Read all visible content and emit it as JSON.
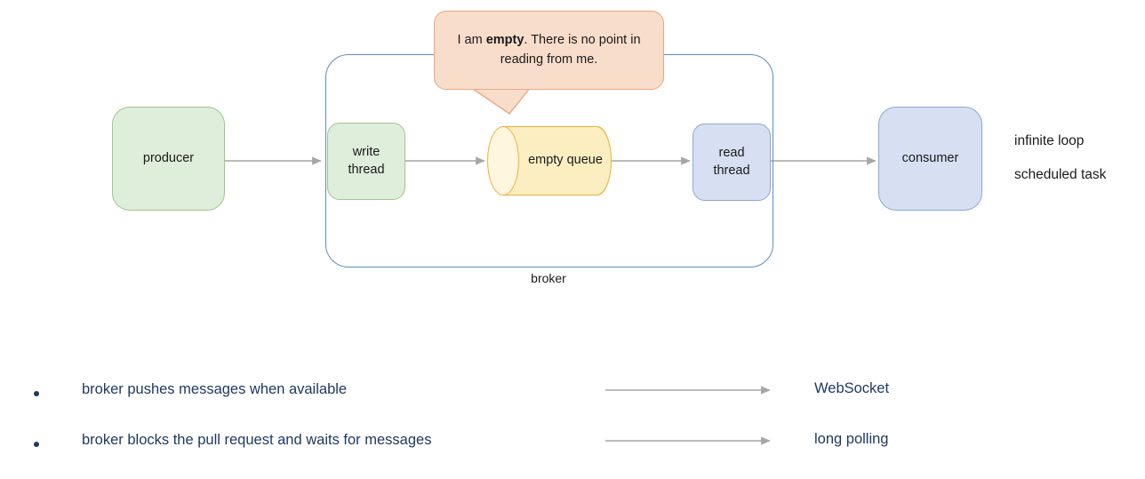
{
  "diagram": {
    "broker": {
      "label": "broker"
    },
    "nodes": {
      "producer": "producer",
      "write_thread_line1": "write",
      "write_thread_line2": "thread",
      "queue_line1": "empty",
      "queue_line2": "queue",
      "read_thread_line1": "read",
      "read_thread_line2": "thread",
      "consumer": "consumer"
    },
    "callout": {
      "text_before_bold": "I am ",
      "bold_word": "empty",
      "text_after_bold": ". There is no point in reading from me."
    },
    "right_labels": [
      "infinite loop",
      "scheduled task"
    ],
    "colors": {
      "green_fill": "#dfeddb",
      "green_stroke": "#9fc78e",
      "blue_fill": "#d6e0f2",
      "blue_stroke": "#8ba7d4",
      "queue_fill": "#fdeec2",
      "queue_stroke": "#e8b33c",
      "callout_fill": "#f9ddcb",
      "callout_stroke": "#e8a87f",
      "broker_stroke": "#5b8cc4",
      "arrow_stroke": "#a6a6a6",
      "bullet_text": "#1f3864"
    }
  },
  "bullets": [
    {
      "marker": "•",
      "text": "broker pushes messages when available",
      "result": "WebSocket"
    },
    {
      "marker": "•",
      "text": "broker blocks the pull request and waits for messages",
      "result": "long polling"
    }
  ]
}
